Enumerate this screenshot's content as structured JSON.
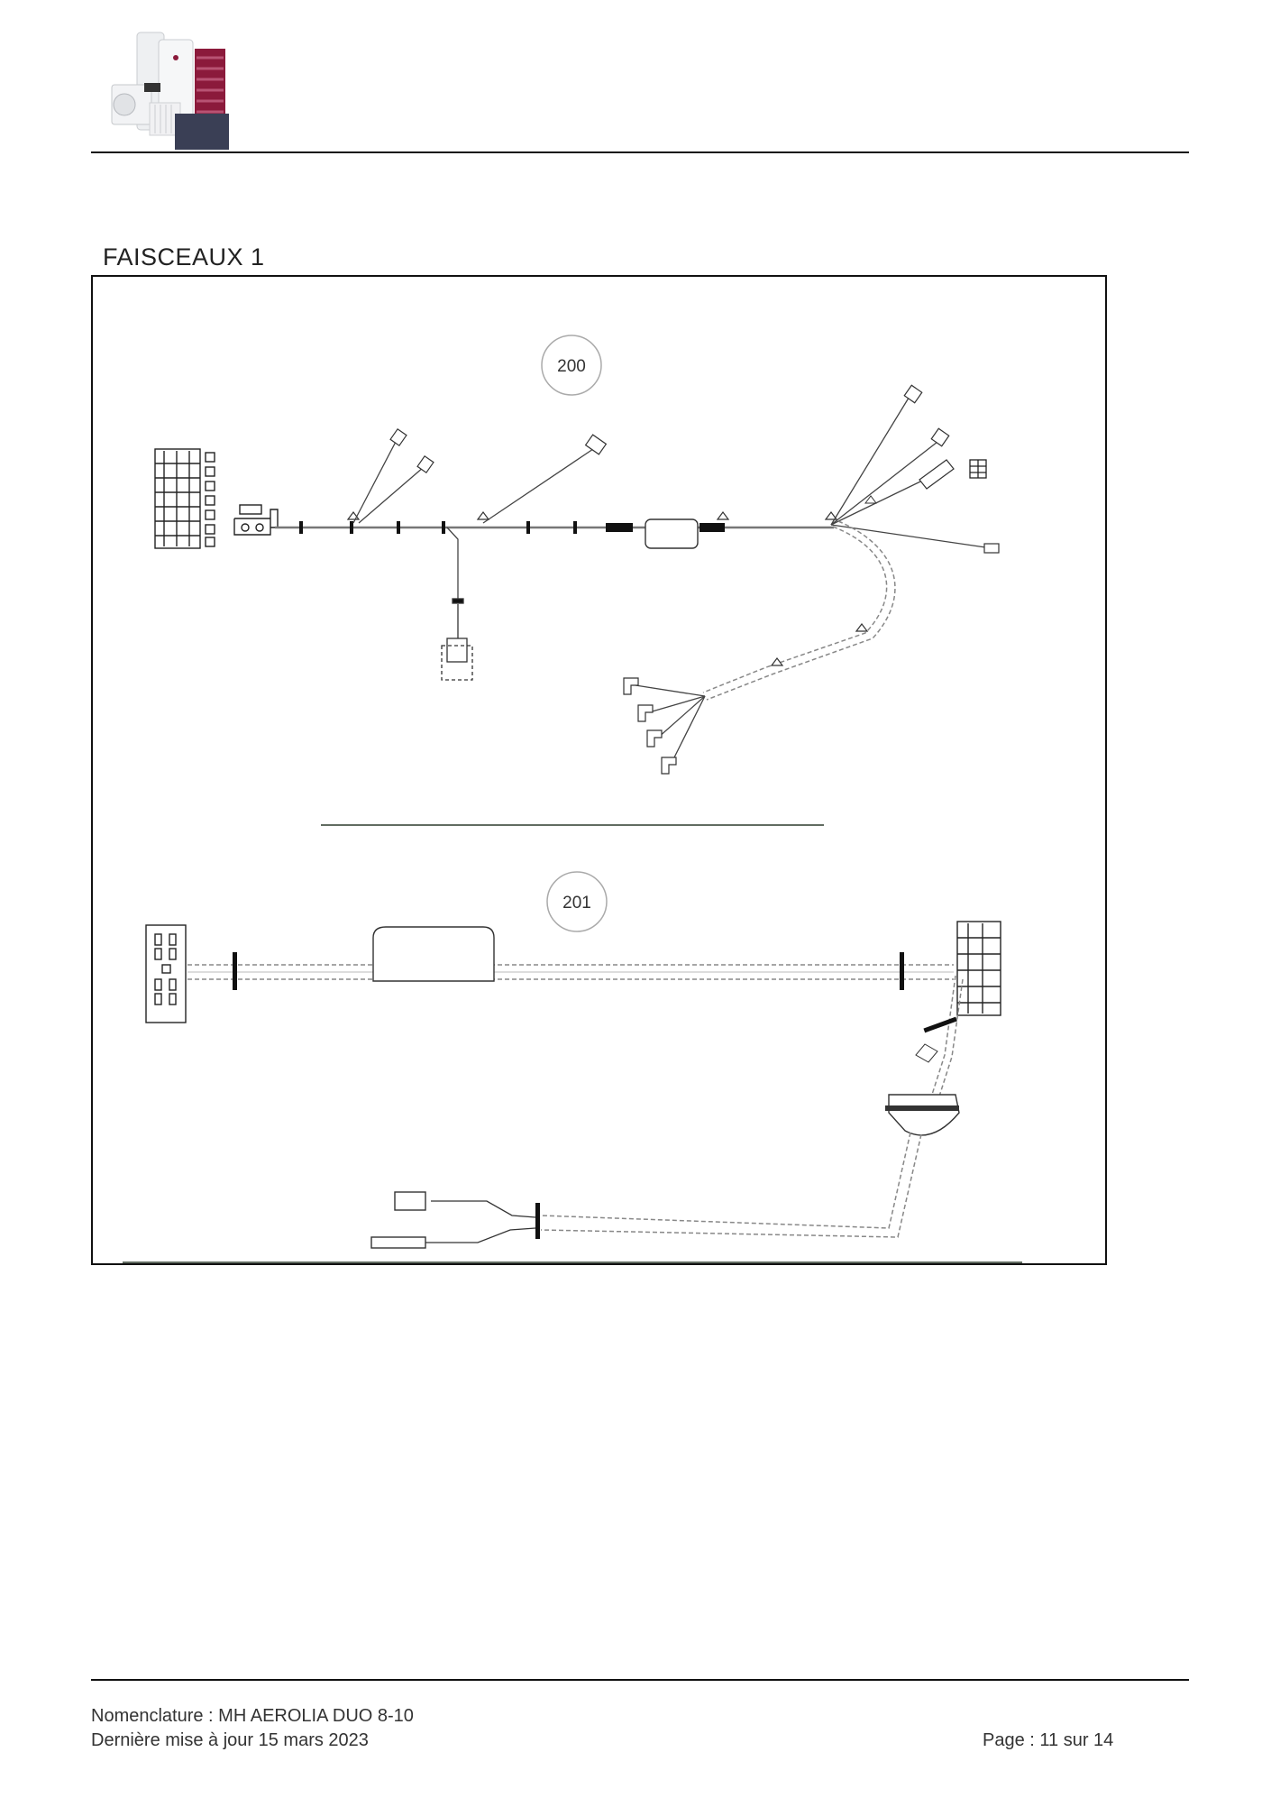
{
  "brand_colors": {
    "accent": "#8b1a3b",
    "dark_panel": "#3a3f55"
  },
  "header": {
    "logo_icon": "product-range-logo"
  },
  "section": {
    "title": "FAISCEAUX 1"
  },
  "diagrams": [
    {
      "callout": "200"
    },
    {
      "callout": "201"
    }
  ],
  "footer": {
    "nomenclature": "Nomenclature : MH AEROLIA DUO 8-10",
    "updated": "Dernière mise à jour 15 mars 2023",
    "page": "Page : 11 sur 14"
  }
}
